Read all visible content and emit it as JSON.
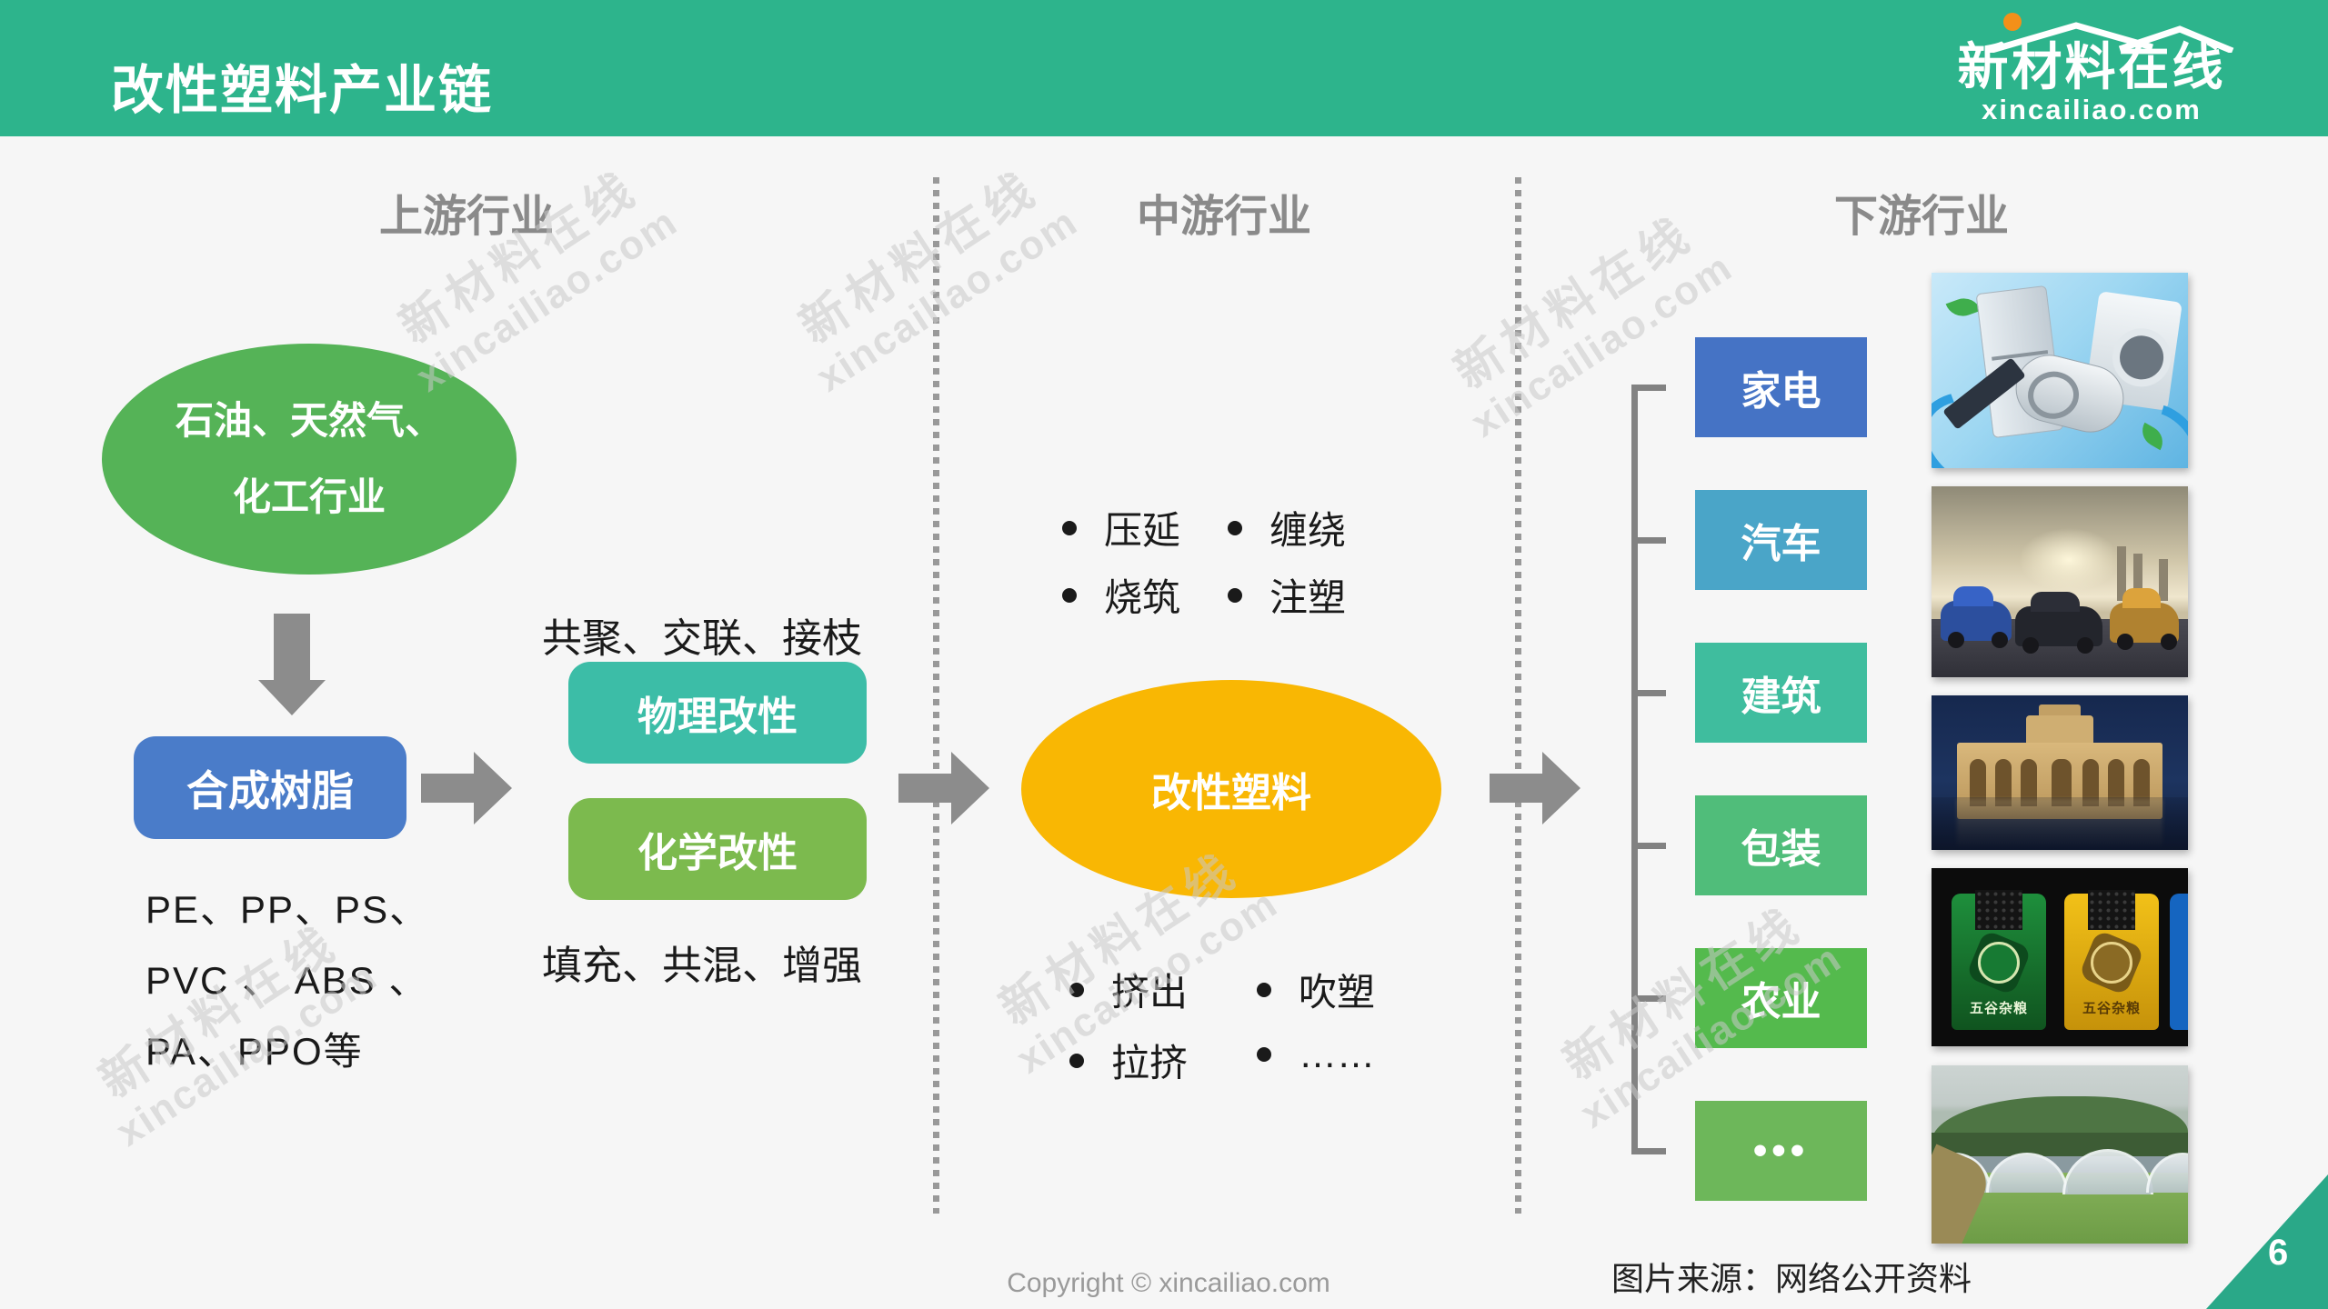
{
  "header": {
    "title": "改性塑料产业链",
    "logo_name": "新材料在线",
    "logo_domain": "xincailiao.com"
  },
  "columns": {
    "upstream": "上游行业",
    "midstream": "中游行业",
    "downstream": "下游行业"
  },
  "upstream": {
    "source_ellipse_line1": "石油、天然气、",
    "source_ellipse_line2": "化工行业",
    "resin_box": "合成树脂",
    "resin_examples_line1": "PE、PP、PS、",
    "resin_examples_line2": "PVC 、 ABS 、",
    "resin_examples_line3": "PA、PPO等",
    "label_above_boxes": "共聚、交联、接枝",
    "physical_box": "物理改性",
    "chemical_box": "化学改性",
    "label_below_boxes": "填充、共混、增强"
  },
  "midstream": {
    "top_bullets": [
      "压延",
      "缠绕",
      "烧筑",
      "注塑"
    ],
    "ellipse": "改性塑料",
    "bottom_bullets": [
      "挤出",
      "吹塑",
      "拉挤",
      "……"
    ]
  },
  "downstream": {
    "labels": [
      "家电",
      "汽车",
      "建筑",
      "包装",
      "农业",
      "•••"
    ],
    "images": [
      "home-appliances-photo",
      "cars-photo",
      "building-night-photo",
      "food-packaging-photo",
      "greenhouse-field-photo"
    ],
    "packaging_bag_text": "五谷杂粮"
  },
  "watermark": {
    "line1": "新材料在线",
    "line2": "xincailiao.com"
  },
  "footer": {
    "copyright": "Copyright © xincailiao.com",
    "image_source": "图片来源：网络公开资料",
    "page_number": "6"
  },
  "colors": {
    "header_green": "#2db48c",
    "source_ellipse_green": "#55b357",
    "resin_blue": "#4a7cc9",
    "physical_teal": "#3cbda7",
    "chemical_green": "#7cba4e",
    "plastic_yellow": "#f9b703",
    "appliance_blue": "#4573c5",
    "auto_steel_blue": "#4aa5c8",
    "construction_teal": "#3fbd9e",
    "packaging_green": "#50bd7a",
    "agriculture_green": "#54ba4d",
    "more_green": "#6db75a",
    "arrow_gray": "#8c8c8c"
  }
}
